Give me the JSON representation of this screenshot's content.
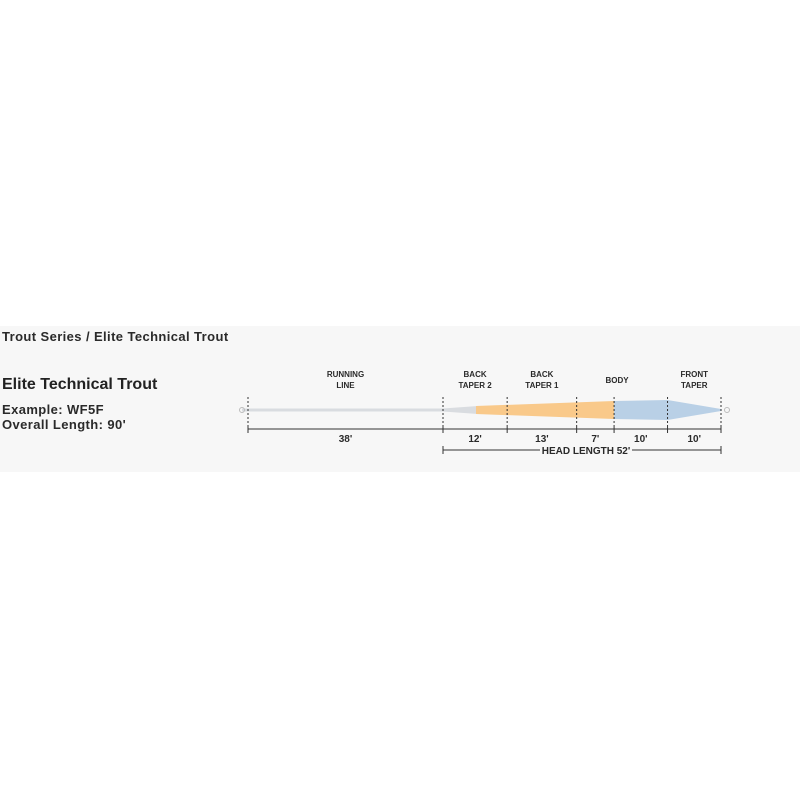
{
  "breadcrumb": "Trout Series / Elite Technical Trout",
  "title": "Elite Technical Trout",
  "example": "Example: WF5F",
  "overall_length": "Overall Length: 90'",
  "segments": [
    {
      "label1": "RUNNING",
      "label2": "LINE",
      "length": 38,
      "length_label": "38'"
    },
    {
      "label1": "BACK",
      "label2": "TAPER 2",
      "length": 12,
      "length_label": "12'"
    },
    {
      "label1": "BACK",
      "label2": "TAPER 1",
      "length": 13,
      "length_label": "13'"
    },
    {
      "label1": "BODY",
      "label2": "",
      "length": 7,
      "length_label": "7'"
    },
    {
      "label1": "",
      "label2": "",
      "length": 10,
      "length_label": "10'"
    },
    {
      "label1": "FRONT",
      "label2": "TAPER",
      "length": 10,
      "length_label": "10'"
    }
  ],
  "head_length": "HEAD LENGTH 52'",
  "colors": {
    "running": "#d9dce0",
    "rear": "#f9c98a",
    "front": "#b9d0e6",
    "line": "#333333"
  }
}
